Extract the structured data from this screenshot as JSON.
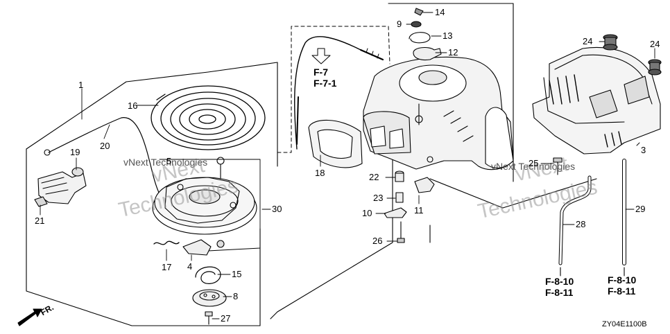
{
  "callouts": {
    "c1": "1",
    "c3": "3",
    "c4": "4",
    "c5": "5",
    "c8": "8",
    "c9": "9",
    "c10": "10",
    "c11": "11",
    "c12": "12",
    "c13": "13",
    "c14": "14",
    "c15": "15",
    "c16": "16",
    "c17": "17",
    "c18": "18",
    "c19": "19",
    "c20": "20",
    "c21": "21",
    "c22": "22",
    "c23": "23",
    "c24a": "24",
    "c24b": "24",
    "c25": "25",
    "c26": "26",
    "c27": "27",
    "c28": "28",
    "c29": "29",
    "c30": "30"
  },
  "references": {
    "top_line1": "F-7",
    "top_line2": "F-7-1",
    "left_line1": "F-8-10",
    "left_line2": "F-8-11",
    "right_line1": "F-8-10",
    "right_line2": "F-8-11"
  },
  "front_marker": "FR.",
  "diagram_code": "ZY04E1100B",
  "watermarks": {
    "small_a": "vNext Technologies",
    "large_a": "Technologies",
    "large_b": "vNext",
    "small_b": "vNext Technologies",
    "large_c": "Technologies",
    "large_d": "vNext"
  },
  "colors": {
    "ink": "#000000",
    "watermark": "#969696",
    "background": "#ffffff"
  }
}
